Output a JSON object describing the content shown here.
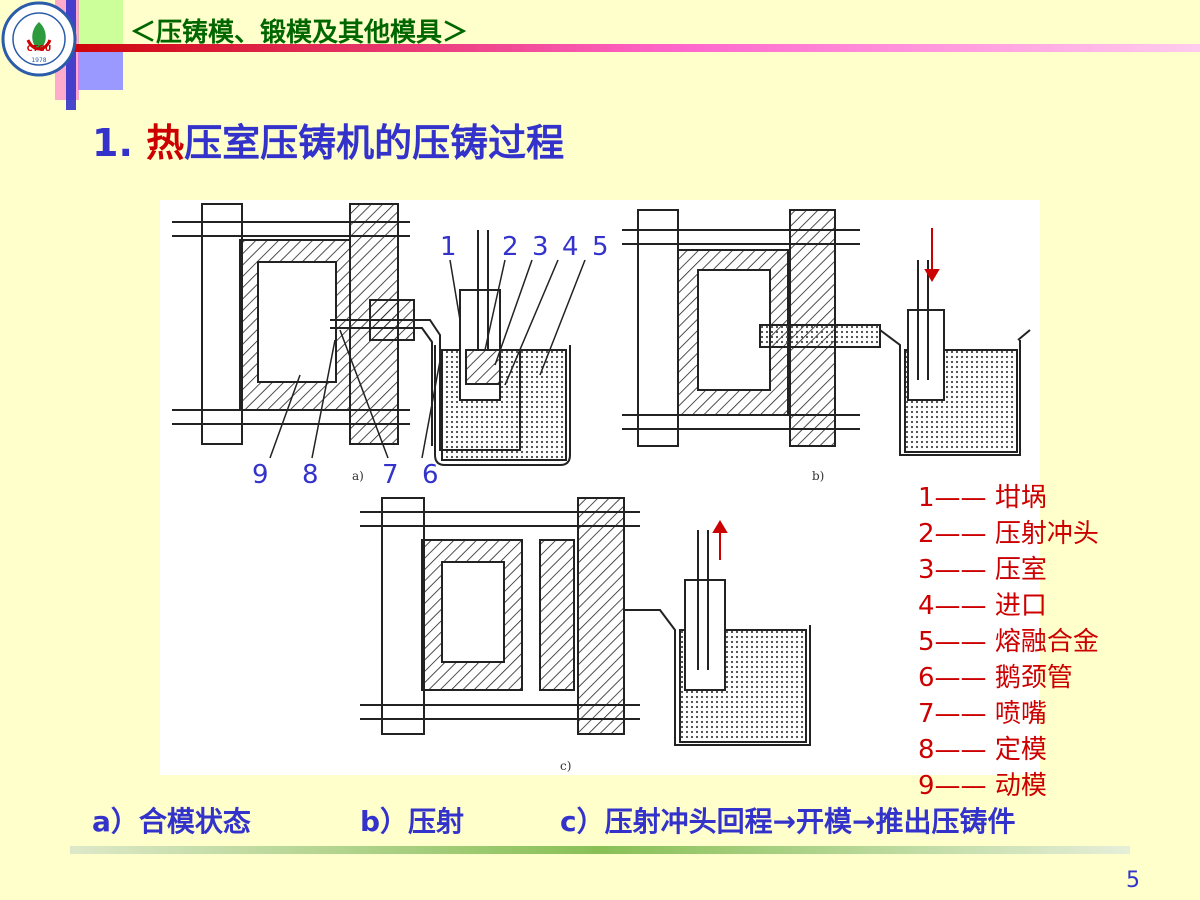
{
  "header": {
    "title": "＜压铸模、锻模及其他模具＞",
    "logo_text": "CTGU",
    "logo_year": "1978"
  },
  "slide": {
    "title_prefix": "1. ",
    "title_hot": "热",
    "title_rest": "压室压铸机的压铸过程"
  },
  "figure": {
    "callouts_top": [
      "1",
      "2",
      "3",
      "4",
      "5"
    ],
    "callouts_bottom": [
      "9",
      "8",
      "7",
      "6"
    ],
    "sub_a": "a)",
    "sub_b": "b)",
    "sub_c": "c)"
  },
  "legend": [
    {
      "num": "1",
      "dash": "——",
      "text": "坩埚"
    },
    {
      "num": "2",
      "dash": "——",
      "text": "压射冲头"
    },
    {
      "num": "3",
      "dash": "——",
      "text": "压室"
    },
    {
      "num": "4",
      "dash": "——",
      "text": "进口"
    },
    {
      "num": "5",
      "dash": "——",
      "text": "熔融合金"
    },
    {
      "num": "6",
      "dash": "——",
      "text": "鹅颈管"
    },
    {
      "num": "7",
      "dash": "——",
      "text": "喷嘴"
    },
    {
      "num": "8",
      "dash": "——",
      "text": "定模"
    },
    {
      "num": "9",
      "dash": "——",
      "text": "动模"
    }
  ],
  "captions": {
    "a": "a）合模状态",
    "b": "b）压射",
    "c": "c）压射冲头回程→开模→推出压铸件"
  },
  "page_number": "5",
  "colors": {
    "background": "#FFFFCC",
    "header_text": "#006600",
    "title_blue": "#3333CC",
    "accent_red": "#CC0000"
  }
}
